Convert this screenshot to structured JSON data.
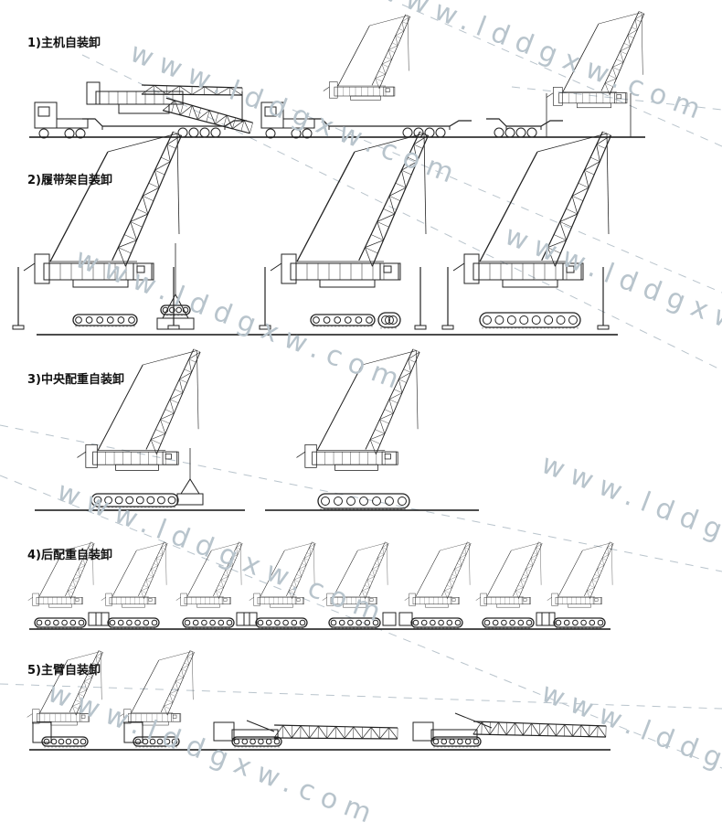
{
  "sections": [
    {
      "label": "1)主机自装卸"
    },
    {
      "label": "2)履带架自装卸"
    },
    {
      "label": "3)中央配重自装卸"
    },
    {
      "label": "4)后配重自装卸"
    },
    {
      "label": "5)主臂自装卸"
    }
  ],
  "watermark": {
    "text": "www.lddgxw.com"
  }
}
